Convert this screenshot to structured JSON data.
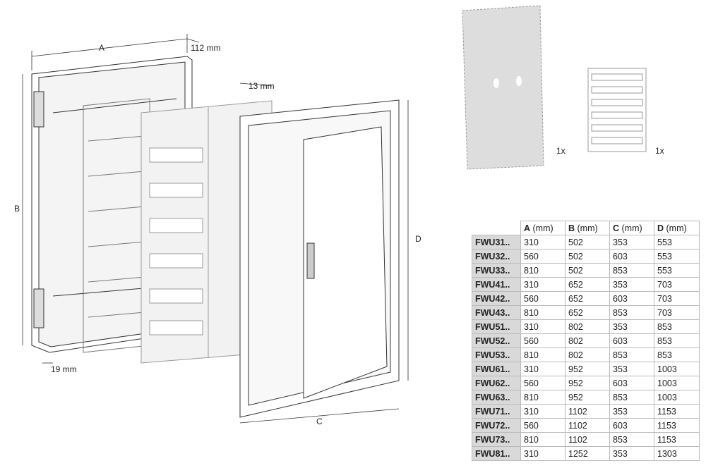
{
  "drawing": {
    "dim_a": "A",
    "dim_b": "B",
    "dim_c": "C",
    "dim_d": "D",
    "depth_112": "112 mm",
    "depth_13": "13 mm",
    "depth_19": "19 mm",
    "qty_plate": "1x",
    "qty_labels": "1x"
  },
  "table": {
    "headers": [
      {
        "letter": "A",
        "unit": " (mm)"
      },
      {
        "letter": "B",
        "unit": " (mm)"
      },
      {
        "letter": "C",
        "unit": " (mm)"
      },
      {
        "letter": "D",
        "unit": " (mm)"
      }
    ],
    "rows": [
      [
        "FWU31..",
        "310",
        "502",
        "353",
        "553"
      ],
      [
        "FWU32..",
        "560",
        "502",
        "603",
        "553"
      ],
      [
        "FWU33..",
        "810",
        "502",
        "853",
        "553"
      ],
      [
        "FWU41..",
        "310",
        "652",
        "353",
        "703"
      ],
      [
        "FWU42..",
        "560",
        "652",
        "603",
        "703"
      ],
      [
        "FWU43..",
        "810",
        "652",
        "853",
        "703"
      ],
      [
        "FWU51..",
        "310",
        "802",
        "353",
        "853"
      ],
      [
        "FWU52..",
        "560",
        "802",
        "603",
        "853"
      ],
      [
        "FWU53..",
        "810",
        "802",
        "853",
        "853"
      ],
      [
        "FWU61..",
        "310",
        "952",
        "353",
        "1003"
      ],
      [
        "FWU62..",
        "560",
        "952",
        "603",
        "1003"
      ],
      [
        "FWU63..",
        "810",
        "952",
        "853",
        "1003"
      ],
      [
        "FWU71..",
        "310",
        "1102",
        "353",
        "1153"
      ],
      [
        "FWU72..",
        "560",
        "1102",
        "603",
        "1153"
      ],
      [
        "FWU73..",
        "810",
        "1102",
        "853",
        "1153"
      ],
      [
        "FWU81..",
        "310",
        "1252",
        "353",
        "1303"
      ]
    ]
  }
}
